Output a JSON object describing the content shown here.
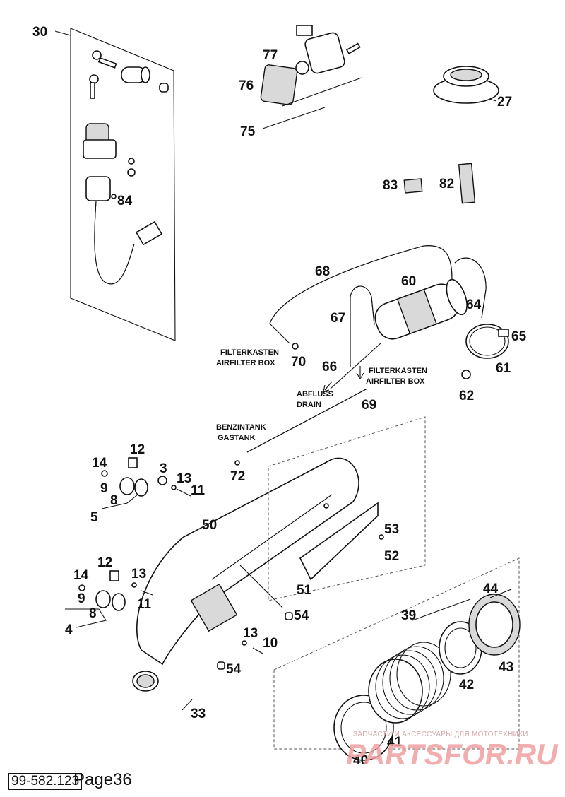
{
  "page": {
    "code": "99-582.123",
    "label": "Page36"
  },
  "watermark": {
    "top_text": "ЗАПЧАСТИ И АКСЕССУАРЫ ДЛЯ МОТОТЕХНИКИ",
    "main_text": "PARTSFOR.RU"
  },
  "annotations": {
    "filterkasten_left_de": "FILTERKASTEN",
    "filterkasten_left_en": "AIRFILTER BOX",
    "filterkasten_right_de": "FILTERKASTEN",
    "filterkasten_right_en": "AIRFILTER BOX",
    "abfluss_de": "ABFLUSS",
    "abfluss_en": "DRAIN",
    "benzintank_de": "BENZINTANK",
    "benzintank_en": "GASTANK"
  },
  "callouts": {
    "c30": "30",
    "c77": "77",
    "c76": "76",
    "c75": "75",
    "c27": "27",
    "c84": "84",
    "c83": "83",
    "c82": "82",
    "c68": "68",
    "c60": "60",
    "c67": "67",
    "c64": "64",
    "c65": "65",
    "c70": "70",
    "c66": "66",
    "c61": "61",
    "c62": "62",
    "c69": "69",
    "c72": "72",
    "c12a": "12",
    "c14a": "14",
    "c3": "3",
    "c9a": "9",
    "c13a": "13",
    "c11a": "11",
    "c8a": "8",
    "c5": "5",
    "c50": "50",
    "c53": "53",
    "c52": "52",
    "c51": "51",
    "c12b": "12",
    "c14b": "14",
    "c13b": "13",
    "c9b": "9",
    "c11b": "11",
    "c8b": "8",
    "c4": "4",
    "c54a": "54",
    "c44": "44",
    "c39": "39",
    "c13c": "13",
    "c10": "10",
    "c54b": "54",
    "c43": "43",
    "c42": "42",
    "c33": "33",
    "c41": "41",
    "c40": "40"
  },
  "colors": {
    "line": "#111111",
    "shade": "#d9d9d9",
    "watermark": "#f0a0a0"
  }
}
